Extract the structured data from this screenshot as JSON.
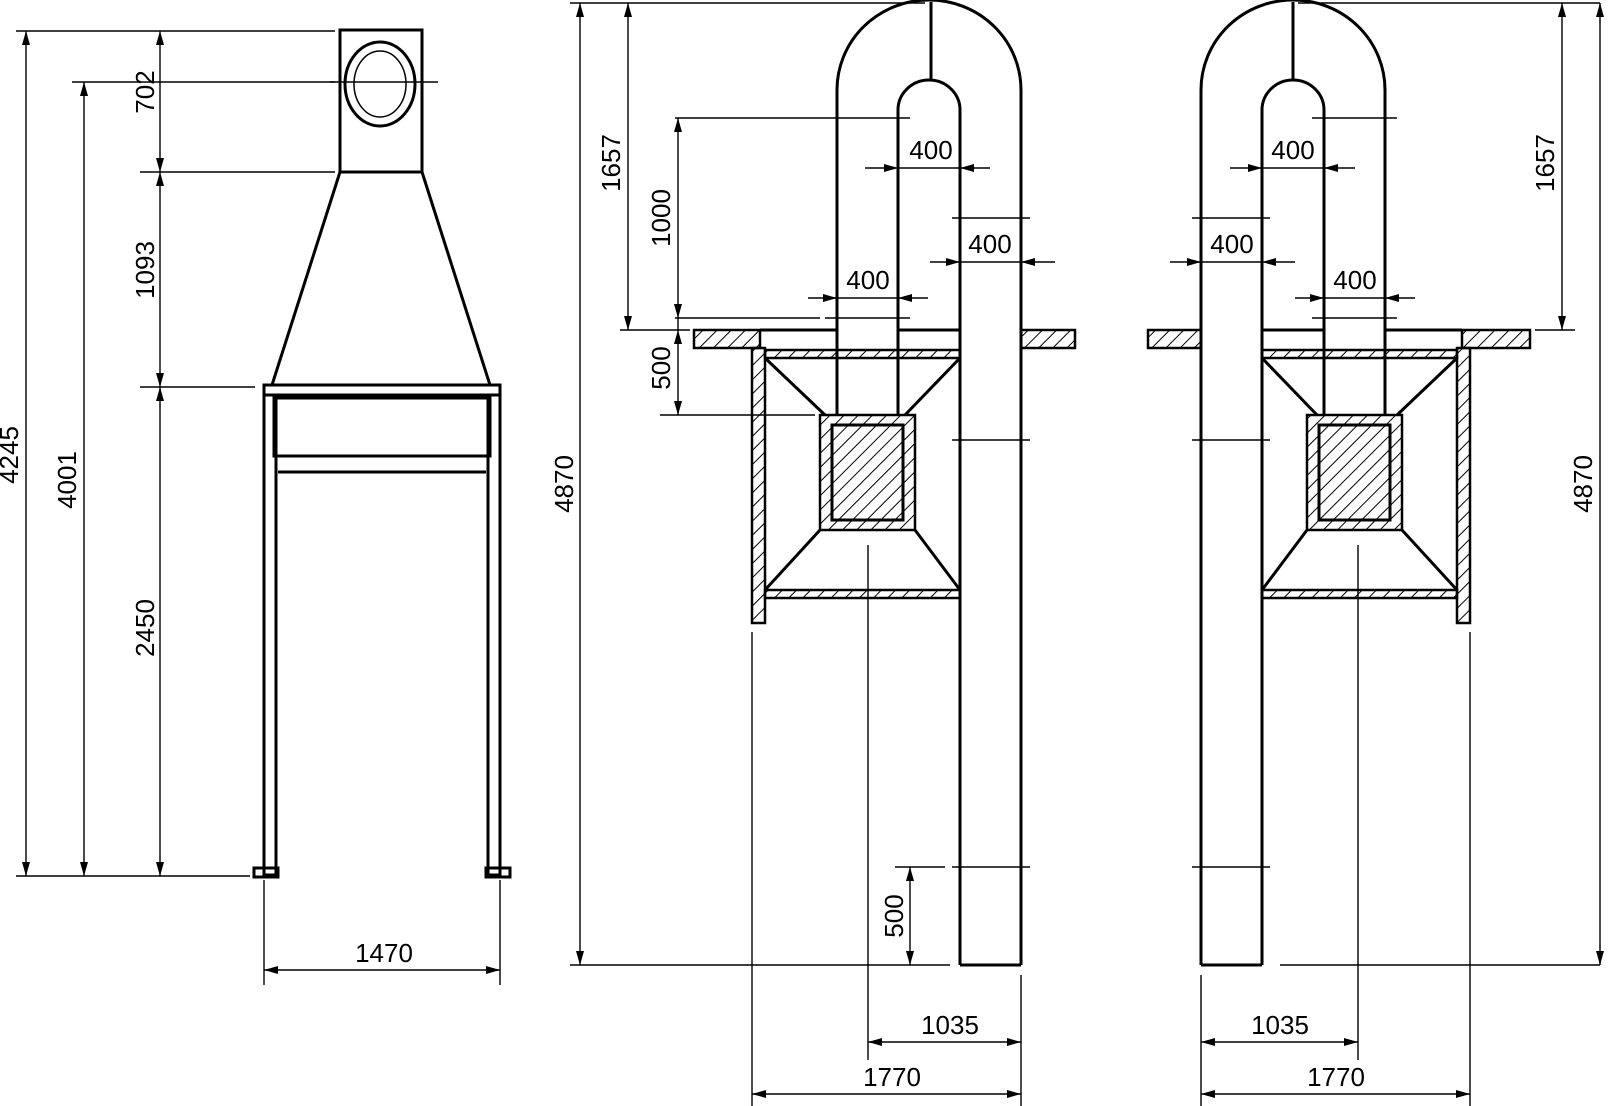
{
  "drawing": {
    "left_view": {
      "total_height": "4245",
      "height_to_outlet_axis": "4001",
      "outlet_box_height": "702",
      "hood_cone_height": "1093",
      "leg_height": "2450",
      "frame_width": "1470"
    },
    "middle_view": {
      "overall_height": "4870",
      "bend_to_roof": "1657",
      "pipe_segment": "1000",
      "roof_to_hood": "500",
      "pipe_width_upper": "400",
      "pipe_width_right": "400",
      "pipe_width_lower": "400",
      "pipe_base_segment": "500",
      "axis_to_pipe": "1035",
      "overall_width": "1770"
    },
    "right_view": {
      "overall_height": "4870",
      "bend_to_roof": "1657",
      "pipe_width_upper": "400",
      "pipe_width_left": "400",
      "pipe_width_lower": "400",
      "axis_to_pipe": "1035",
      "overall_width": "1770"
    }
  }
}
